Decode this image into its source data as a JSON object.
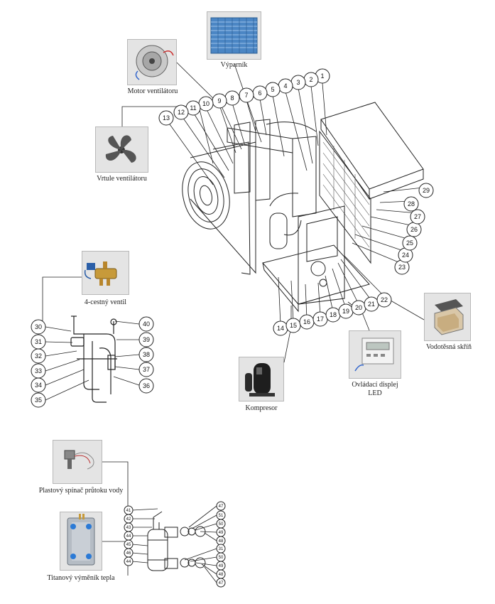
{
  "labels": {
    "evaporator": "Výparník",
    "fan_motor": "Motor ventilátoru",
    "fan_blade": "Vrtule ventilátoru",
    "four_way_valve": "4-cestný ventil",
    "compressor": "Kompresor",
    "led_display_line1": "Ovládací displej",
    "led_display_line2": "LED",
    "waterproof_box": "Vodotěsná skříň",
    "flow_switch": "Plastový spínač průtoku vody",
    "titanium_exchanger": "Titanový výměník tepla"
  },
  "callouts": {
    "main_unit": [
      "1",
      "2",
      "3",
      "4",
      "5",
      "6",
      "7",
      "8",
      "9",
      "10",
      "11",
      "12",
      "13",
      "14",
      "15",
      "16",
      "17",
      "18",
      "19",
      "20",
      "21",
      "22",
      "23",
      "24",
      "25",
      "26",
      "27",
      "28",
      "29"
    ],
    "valve_assembly": [
      "30",
      "31",
      "32",
      "33",
      "34",
      "35",
      "36",
      "37",
      "38",
      "39",
      "40"
    ],
    "exchanger_left": [
      "41",
      "42",
      "43",
      "44",
      "45",
      "46",
      "44"
    ],
    "exchanger_right": [
      "47",
      "51",
      "50",
      "49",
      "48",
      "31",
      "50",
      "49",
      "48",
      "47"
    ]
  },
  "colors": {
    "line": "#222222",
    "evaporator_blue": "#4b86c4",
    "photo_bg": "#e4e4e4"
  }
}
